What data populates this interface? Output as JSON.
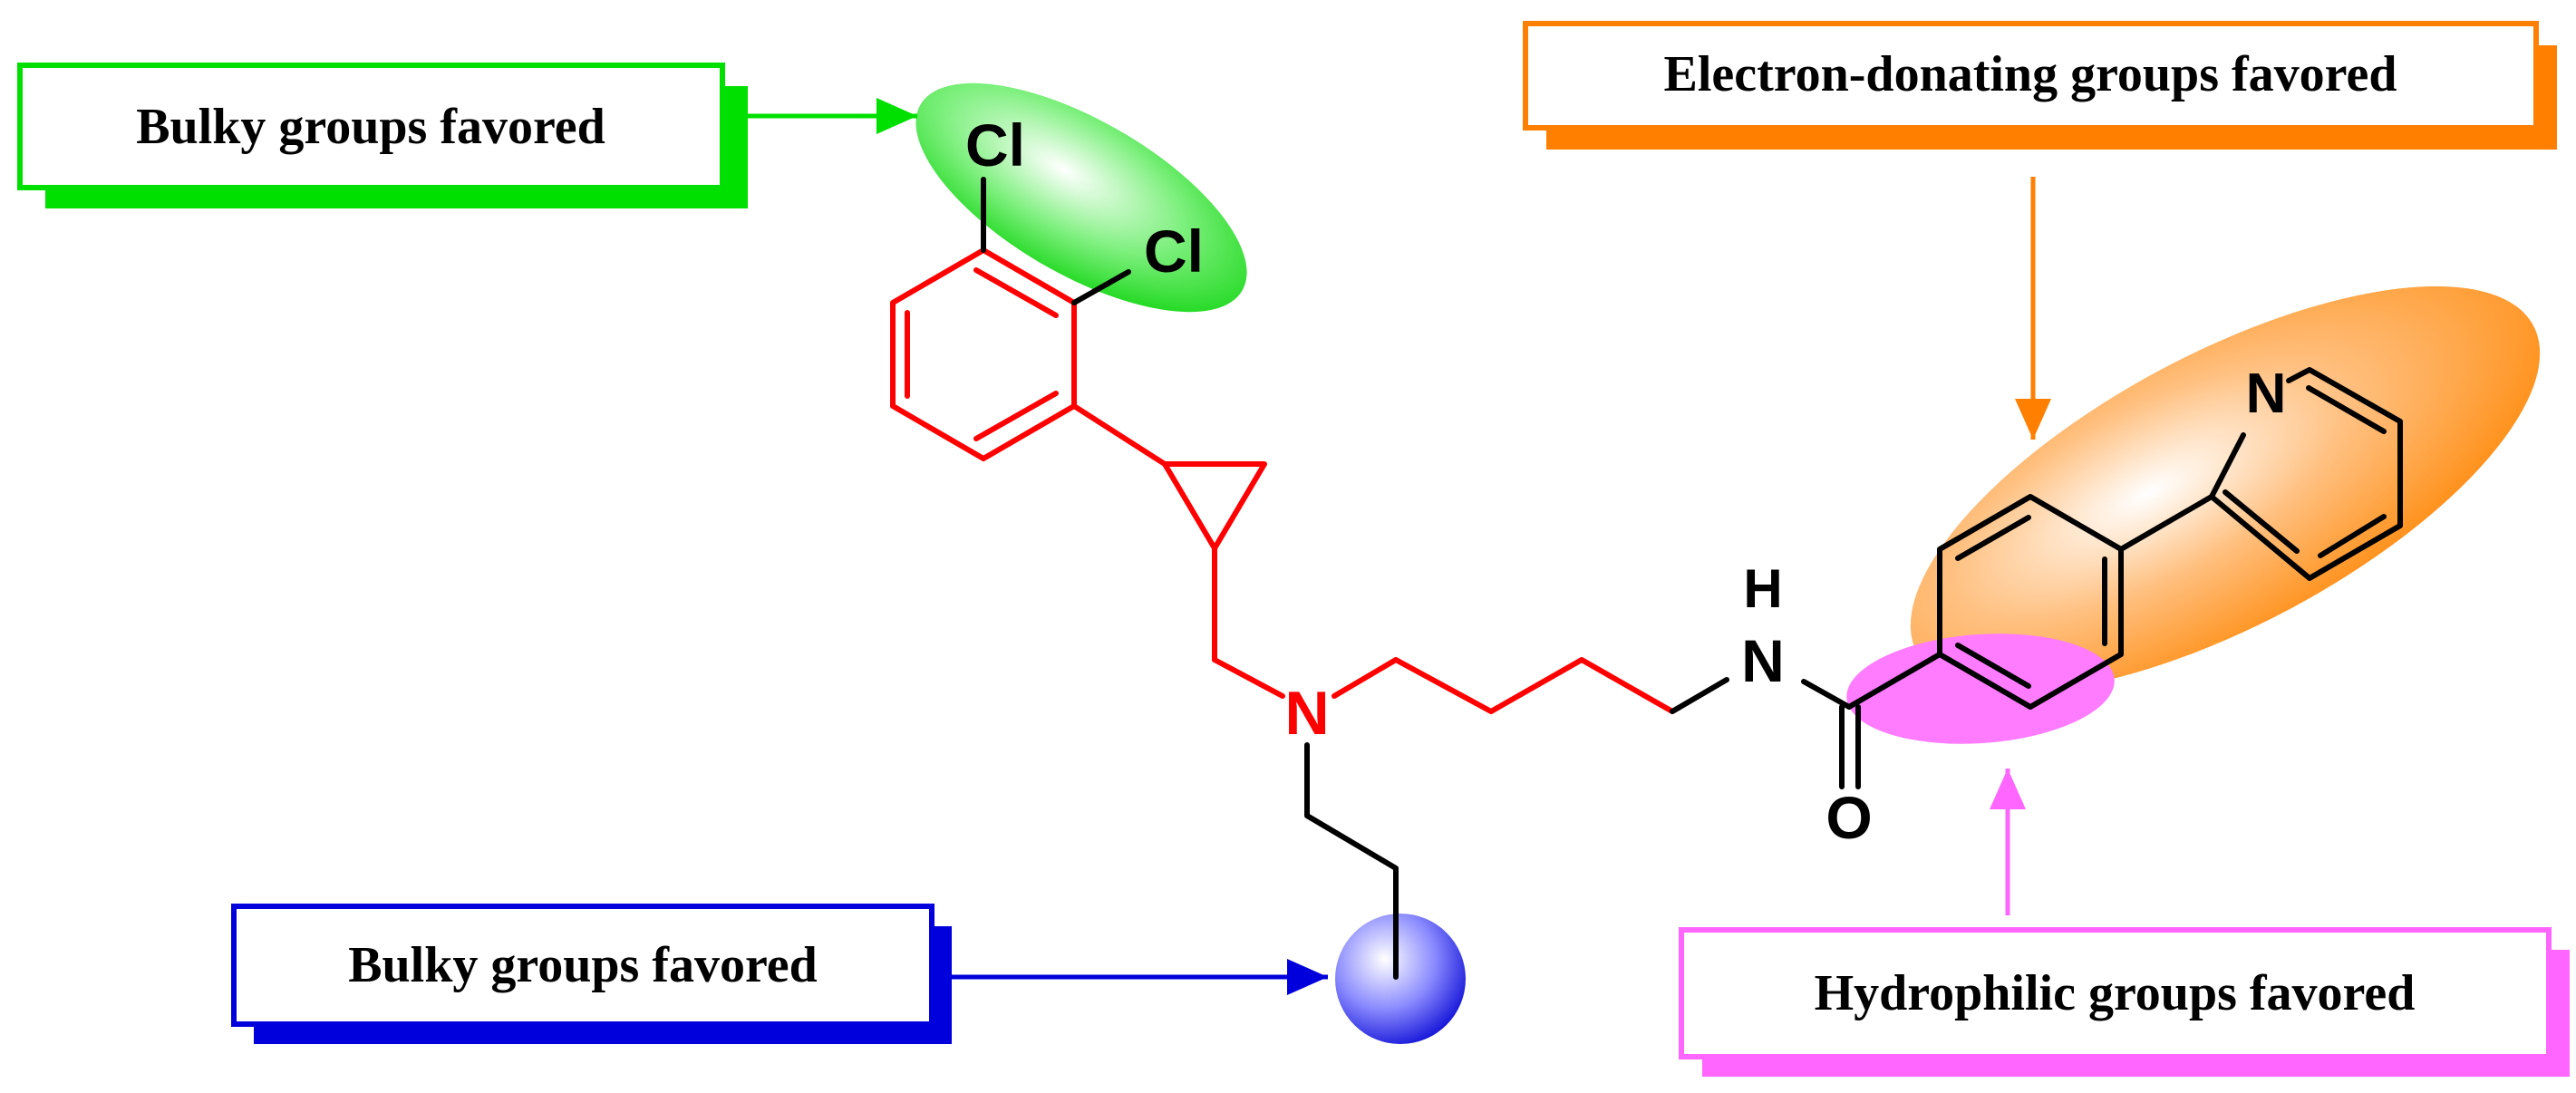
{
  "colors": {
    "green": "#00e000",
    "blue": "#0000dd",
    "orange": "#ff7f00",
    "pink": "#ff66ff",
    "red": "#ff0000",
    "black": "#000000"
  },
  "labels": {
    "top_left": "Bulky groups favored",
    "bottom_left": "Bulky groups favored",
    "top_right": "Electron-donating groups favored",
    "bottom_right": "Hydrophilic groups favored"
  },
  "atoms": {
    "cl_1": "Cl",
    "cl_2": "Cl",
    "amine_n": "N",
    "amide_n": "N",
    "amide_h": "H",
    "carbonyl_o": "O",
    "pyridine_n": "N"
  }
}
